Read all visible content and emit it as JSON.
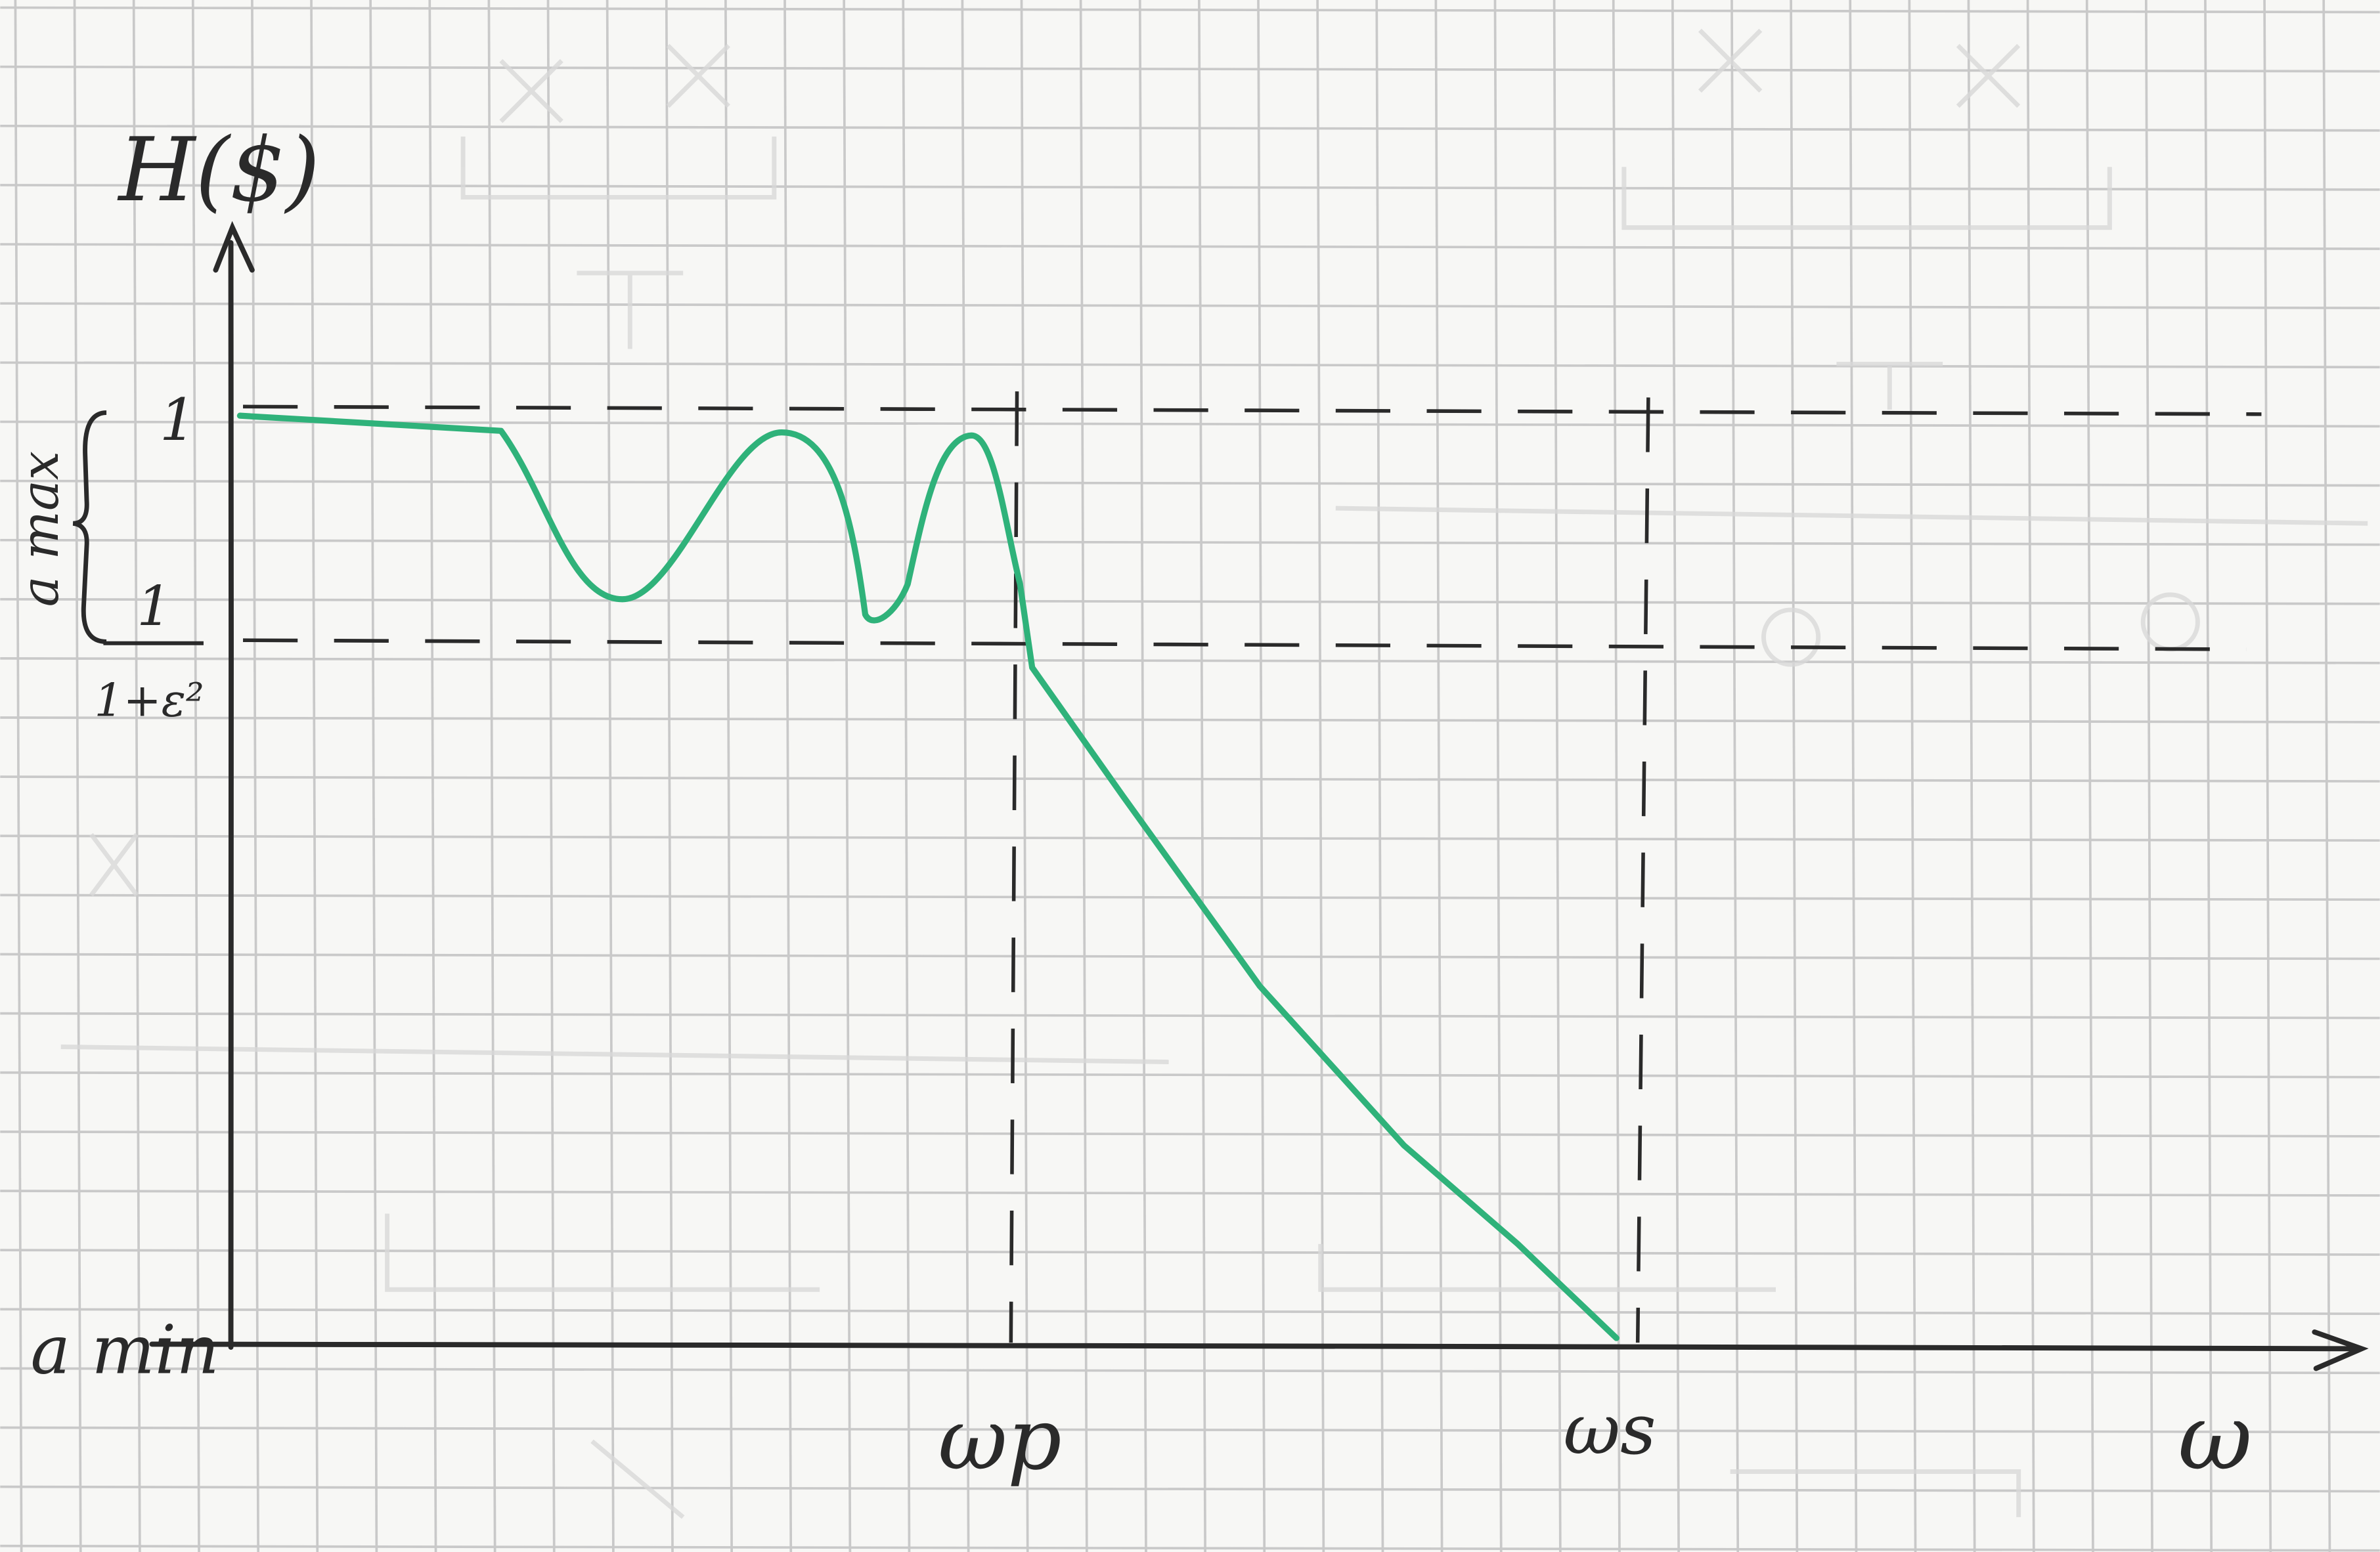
{
  "labels": {
    "y_axis": "H($)",
    "x_axis": "ω",
    "one": "1",
    "frac_num": "1",
    "frac_den": "1+ε²",
    "a_max": "a max",
    "a_min": "a min",
    "wp": "ωp",
    "ws": "ωs"
  },
  "colors": {
    "paper": "#f7f7f5",
    "grid": "#c9c9c9",
    "ink": "#2a2a2a",
    "curve": "#2fb27a"
  }
}
